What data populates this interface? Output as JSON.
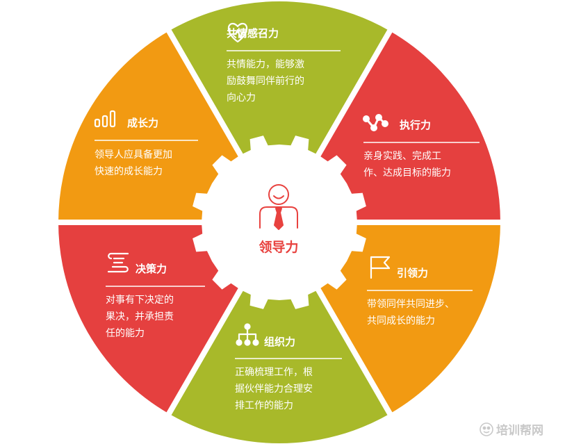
{
  "center": {
    "title": "领导力"
  },
  "segments": [
    {
      "key": "empathy",
      "title": "共情感召力",
      "icon": "heart-icon",
      "color": "#a8b92a",
      "lines": [
        "共情能力，能够激",
        "励鼓舞同伴前行的",
        "向心力"
      ]
    },
    {
      "key": "execution",
      "title": "执行力",
      "icon": "node-path-icon",
      "color": "#e5403f",
      "lines": [
        "亲身实践、完成工",
        "作、达成目标的能力"
      ]
    },
    {
      "key": "guidance",
      "title": "引领力",
      "icon": "flag-icon",
      "color": "#f29a12",
      "lines": [
        "带领同伴共同进步、",
        "共同成长的能力"
      ]
    },
    {
      "key": "organization",
      "title": "组织力",
      "icon": "org-chart-icon",
      "color": "#a8b92a",
      "lines": [
        "正确梳理工作，根",
        "据伙伴能力合理安",
        "排工作的能力"
      ]
    },
    {
      "key": "decision",
      "title": "决策力",
      "icon": "scroll-icon",
      "color": "#e5403f",
      "lines": [
        "对事有下决定的",
        "果决，并承担责",
        "任的能力"
      ]
    },
    {
      "key": "growth",
      "title": "成长力",
      "icon": "growth-bars-icon",
      "color": "#f29a12",
      "lines": [
        "领导人应具备更加",
        "快速的成长能力"
      ]
    }
  ],
  "watermark": {
    "text": "培训帮网"
  }
}
